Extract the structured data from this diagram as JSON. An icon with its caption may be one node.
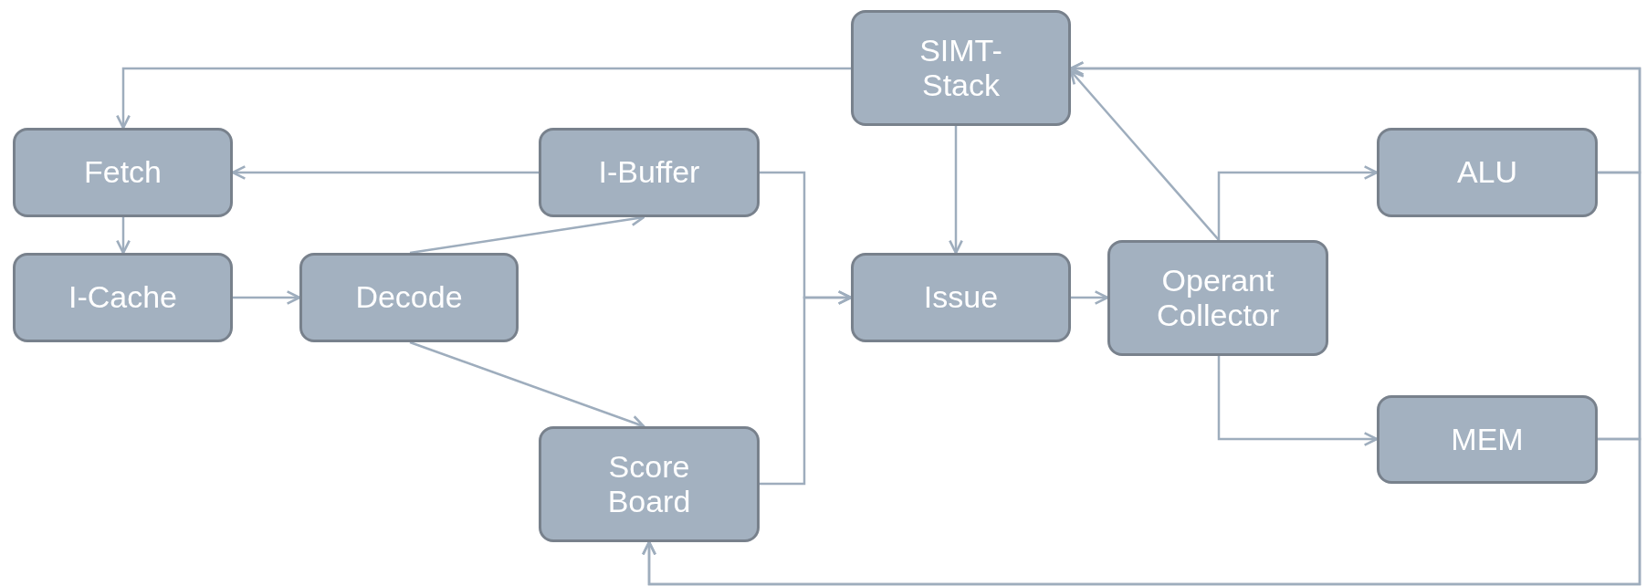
{
  "diagram": {
    "nodes": [
      {
        "text": [
          "SIMT-Stack"
        ]
      },
      {
        "text": [
          "Fetch"
        ]
      },
      {
        "text": [
          "I-Buffer"
        ]
      },
      {
        "text": [
          "ALU"
        ]
      },
      {
        "text": [
          "I-Cache"
        ]
      },
      {
        "text": [
          "Decode"
        ]
      },
      {
        "text": [
          "Issue"
        ]
      },
      {
        "text": [
          "Operant Collector"
        ]
      },
      {
        "text": [
          "MEM"
        ]
      },
      {
        "text": [
          "Score Board"
        ]
      }
    ],
    "edges": [
      {
        "from": 0,
        "to": 1,
        "arrow": "to"
      },
      {
        "from": 2,
        "to": 1,
        "arrow": "to"
      },
      {
        "from": 1,
        "to": 4,
        "arrow": "to"
      },
      {
        "from": 4,
        "to": 5,
        "arrow": "to"
      },
      {
        "from": 5,
        "to": 2,
        "arrow": "to"
      },
      {
        "from": 5,
        "to": 9,
        "arrow": "to"
      },
      {
        "from": 2,
        "to": 6,
        "arrow": "to"
      },
      {
        "from": 9,
        "to": 6,
        "arrow": "to"
      },
      {
        "from": 0,
        "to": 6,
        "arrow": "to"
      },
      {
        "from": 6,
        "to": 7,
        "arrow": "to"
      },
      {
        "from": 7,
        "to": 0,
        "arrow": "to"
      },
      {
        "from": 7,
        "to": 3,
        "arrow": "to"
      },
      {
        "from": 7,
        "to": 8,
        "arrow": "to"
      },
      {
        "from": 3,
        "to": 0,
        "arrow": "to"
      },
      {
        "from": 8,
        "to": 0,
        "arrow": "to"
      },
      {
        "from": 3,
        "to": 9,
        "arrow": "to"
      },
      {
        "from": 8,
        "to": 9,
        "arrow": "to"
      }
    ]
  }
}
